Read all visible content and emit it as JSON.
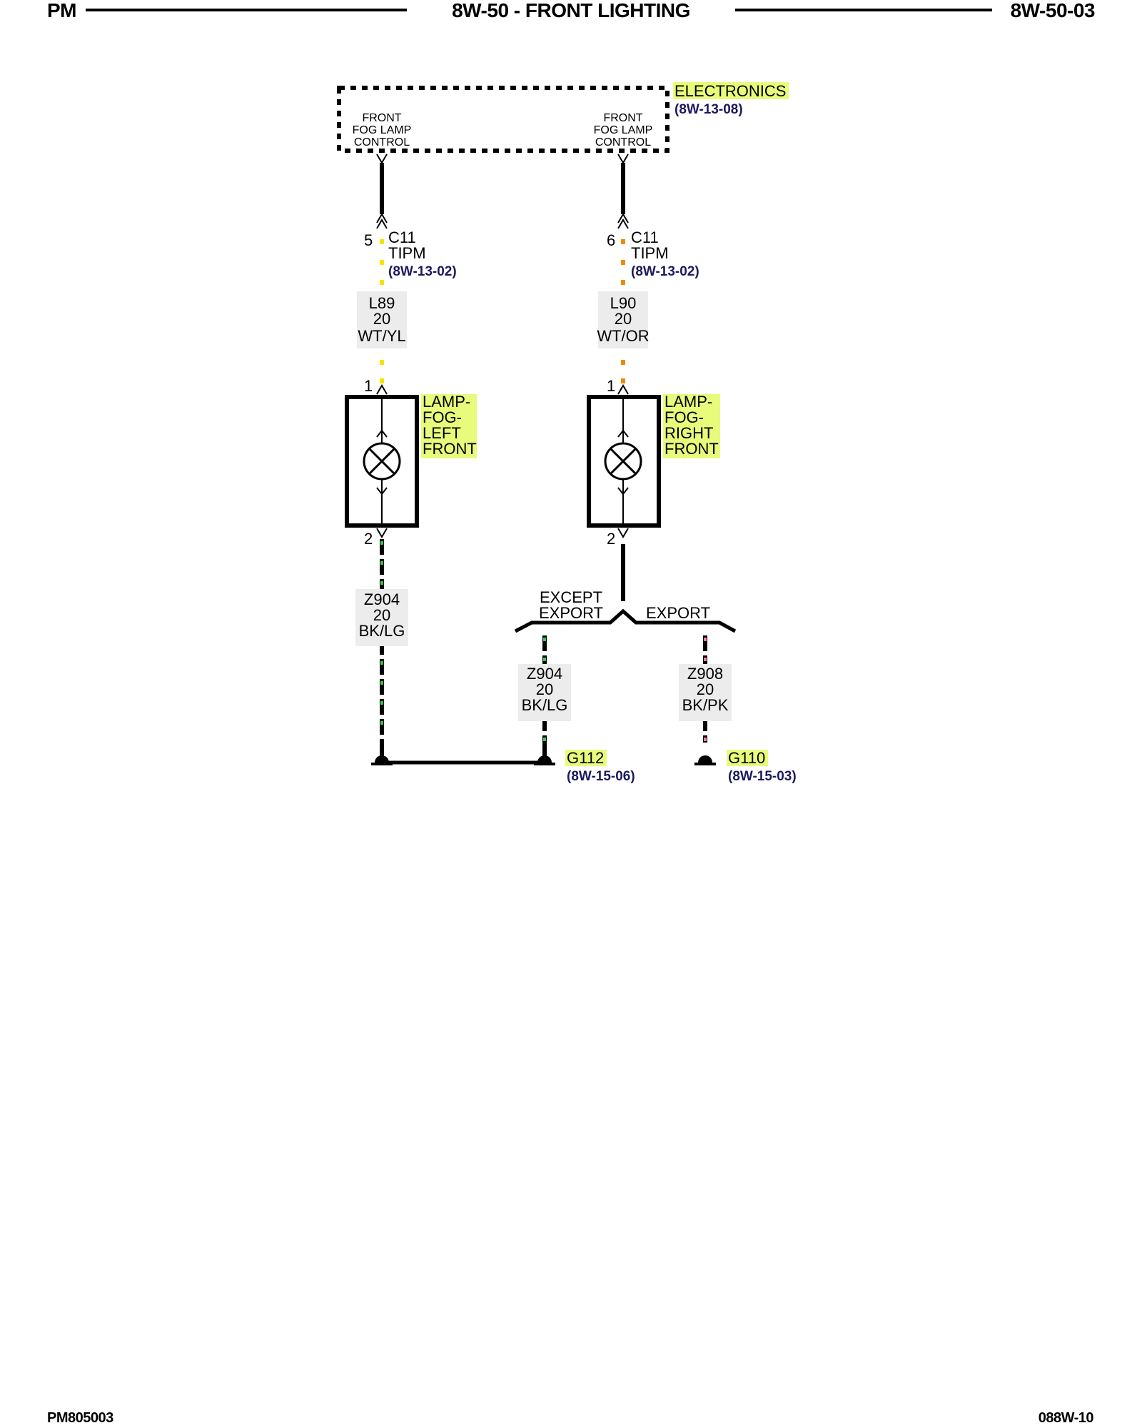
{
  "header": {
    "left": "PM",
    "center": "8W-50 - FRONT LIGHTING",
    "right": "8W-50-03"
  },
  "footer": {
    "left": "PM805003",
    "right": "088W-10"
  },
  "module": {
    "name": "ELECTRONICS",
    "ref": "(8W-13-08)",
    "left_pin_lines": [
      "FRONT",
      "FOG LAMP",
      "CONTROL"
    ],
    "right_pin_lines": [
      "FRONT",
      "FOG LAMP",
      "CONTROL"
    ]
  },
  "connectors": {
    "left": {
      "pin": "5",
      "name": "C11",
      "component": "TIPM",
      "ref": "(8W-13-02)"
    },
    "right": {
      "pin": "6",
      "name": "C11",
      "component": "TIPM",
      "ref": "(8W-13-02)"
    }
  },
  "wires": {
    "l89": {
      "circuit": "L89",
      "gauge": "20",
      "color": "WT/YL"
    },
    "l90": {
      "circuit": "L90",
      "gauge": "20",
      "color": "WT/OR"
    },
    "z904_left": {
      "circuit": "Z904",
      "gauge": "20",
      "color": "BK/LG"
    },
    "z904_mid": {
      "circuit": "Z904",
      "gauge": "20",
      "color": "BK/LG"
    },
    "z908": {
      "circuit": "Z908",
      "gauge": "20",
      "color": "BK/PK"
    }
  },
  "lamps": {
    "left": {
      "pin_top": "1",
      "pin_bottom": "2",
      "label_lines": [
        "LAMP-",
        "FOG-",
        "LEFT",
        "FRONT"
      ]
    },
    "right": {
      "pin_top": "1",
      "pin_bottom": "2",
      "label_lines": [
        "LAMP-",
        "FOG-",
        "RIGHT",
        "FRONT"
      ]
    }
  },
  "splice": {
    "left_lines": [
      "EXCEPT",
      "EXPORT"
    ],
    "right": "EXPORT"
  },
  "grounds": {
    "g112": {
      "name": "G112",
      "ref": "(8W-15-06)"
    },
    "g110": {
      "name": "G110",
      "ref": "(8W-15-03)"
    }
  },
  "colors": {
    "highlight": "#e8fb7a",
    "ref_text": "#1a1a5e",
    "wire_yellow_dot": "#f5e400",
    "wire_orange_dot": "#f08a00",
    "wire_green_dot": "#33cc44",
    "wire_pink_dot": "#ff7aa6"
  }
}
